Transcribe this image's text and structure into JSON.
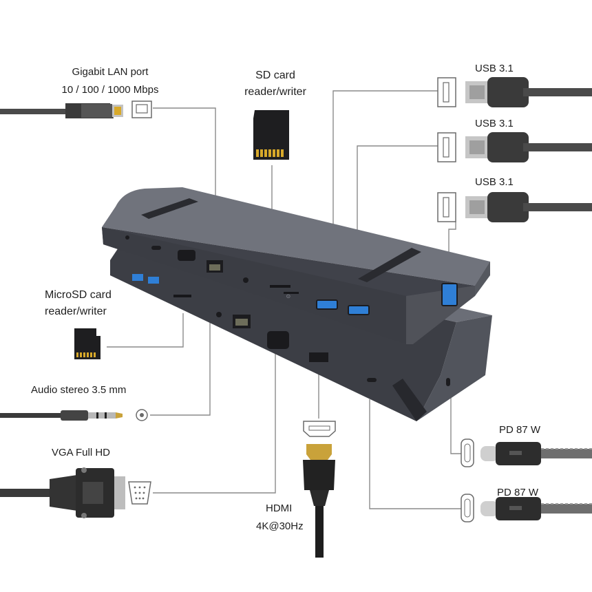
{
  "labels": {
    "lan_line1": "Gigabit LAN port",
    "lan_line2": "10 / 100 / 1000 Mbps",
    "sd_line1": "SD card",
    "sd_line2": "reader/writer",
    "usb_1": "USB 3.1",
    "usb_2": "USB 3.1",
    "usb_3": "USB 3.1",
    "microsd_line1": "MicroSD card",
    "microsd_line2": "reader/writer",
    "audio": "Audio stereo 3.5 mm",
    "vga": "VGA Full HD",
    "hdmi_line1": "HDMI",
    "hdmi_line2": "4K@30Hz",
    "pd_1": "PD 87 W",
    "pd_2": "PD 87 W"
  },
  "colors": {
    "dock_top": "#6d7079",
    "dock_front": "#3d3f46",
    "dock_dark": "#26272c",
    "usb_blue": "#2f7fd6",
    "cable": "#4a4a4a",
    "leader_line": "#8a8a8a",
    "sd_contacts": "#d8a92a"
  },
  "icons": [
    "ethernet-plug-icon",
    "rj45-port-icon",
    "sd-card-icon",
    "usb-a-port-icon",
    "usb-a-plug-icon",
    "microsd-card-icon",
    "audio-jack-icon",
    "audio-port-icon",
    "vga-plug-icon",
    "vga-port-icon",
    "hdmi-port-icon",
    "hdmi-plug-icon",
    "usb-c-port-icon",
    "usb-c-plug-icon"
  ]
}
